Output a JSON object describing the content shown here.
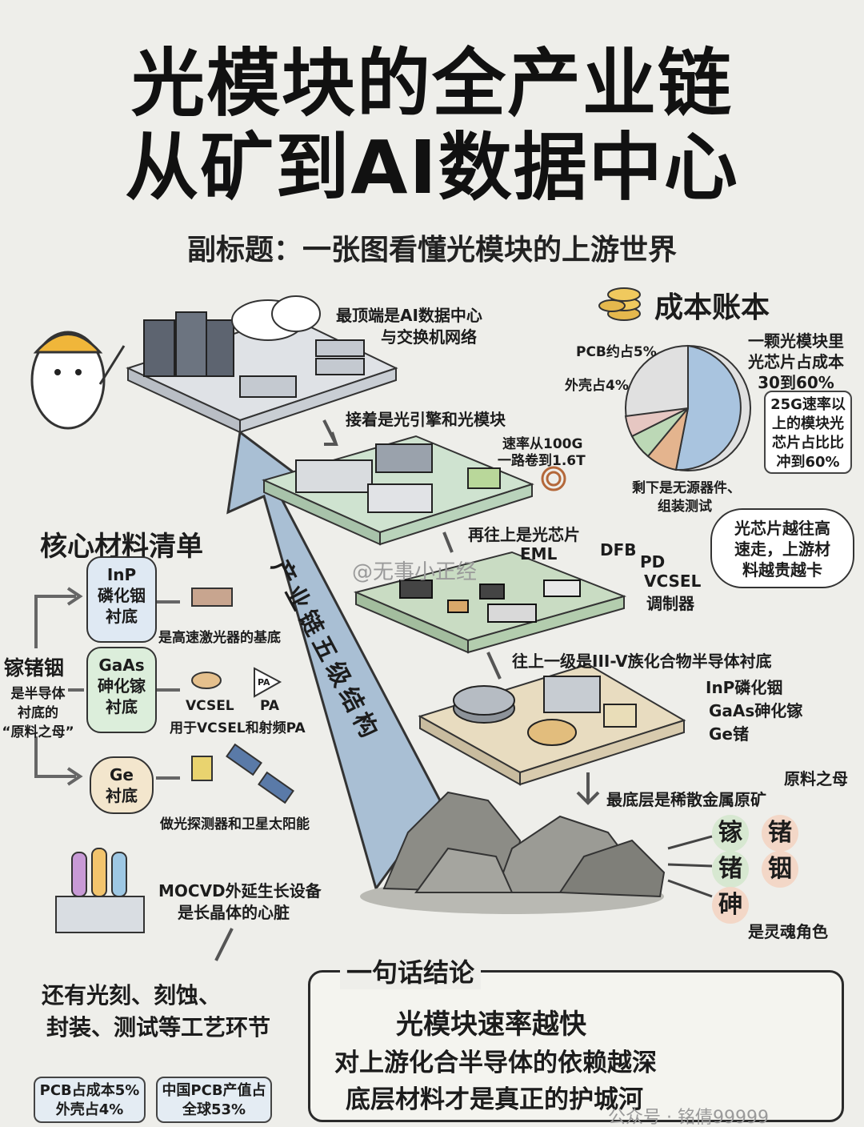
{
  "title": {
    "line1": "光模块的全产业链",
    "line2": "从矿到AI数据中心",
    "subtitle": "副标题：一张图看懂光模块的上游世界"
  },
  "arrow_label": "产业链五级结构",
  "levels": {
    "datacenter": {
      "line1": "最顶端是AI数据中心",
      "line2": "与交换机网络"
    },
    "module": {
      "label": "接着是光引擎和光模块",
      "rate1": "速率从100G",
      "rate2": "一路卷到1.6T"
    },
    "chip": {
      "label": "再往上是光芯片",
      "eml": "EML",
      "dfb": "DFB",
      "pd": "PD",
      "vcsel": "VCSEL",
      "mod": "调制器"
    },
    "substrate": {
      "label": "往上一级是III-V族化合物半导体衬底",
      "inp": "InP磷化铟",
      "gaas": "GaAs砷化镓",
      "ge": "Ge锗"
    },
    "ore": {
      "label": "最底层是稀散金属原矿",
      "mother": "原料之母",
      "soul": "是灵魂角色",
      "elements": [
        "镓",
        "锗",
        "锗",
        "铟",
        "砷"
      ]
    }
  },
  "cost": {
    "title": "成本账本",
    "pcb": "PCB约占5%",
    "shell": "外壳占4%",
    "chip1": "一颗光模块里",
    "chip2": "光芯片占成本",
    "chip3": "30到60%",
    "note1": "25G速率以",
    "note2": "上的模块光",
    "note3": "芯片占比比",
    "note4": "冲到60%",
    "rest1": "剩下是无源器件、",
    "rest2": "组装测试",
    "cloud1": "光芯片越往高",
    "cloud2": "速走，上游材",
    "cloud3": "料越贵越卡"
  },
  "materials": {
    "title": "核心材料清单",
    "source1": "镓锗铟",
    "source2": "是半导体",
    "source3": "衬底的",
    "source4": "“原料之母”",
    "inp_1": "InP",
    "inp_2": "磷化铟",
    "inp_3": "衬底",
    "inp_use": "是高速激光器的基底",
    "gaas_1": "GaAs",
    "gaas_2": "砷化镓",
    "gaas_3": "衬底",
    "vcsel": "VCSEL",
    "pa": "PA",
    "pa_icon": "PA",
    "gaas_use": "用于VCSEL和射频PA",
    "ge_1": "Ge",
    "ge_2": "衬底",
    "ge_use": "做光探测器和卫星太阳能",
    "mocvd1": "MOCVD外延生长设备",
    "mocvd2": "是长晶体的心脏",
    "process1": "还有光刻、刻蚀、",
    "process2": "封装、测试等工艺环节",
    "pcb_note1": "PCB占成本5%",
    "pcb_note2": "外壳占4%",
    "china_note1": "中国PCB产值占",
    "china_note2": "全球53%"
  },
  "conclusion": {
    "title": "一句话结论",
    "line1": "光模块速率越快",
    "line2": "对上游化合半导体的依赖越深",
    "line3": "底层材料才是真正的护城河"
  },
  "watermark": {
    "weibo": "@无事小正经",
    "wechat": "公众号 · 铭倩99999"
  },
  "colors": {
    "blue": "#a9c4df",
    "orange": "#e4b48e",
    "green": "#bcd8b6",
    "pink": "#e6c7c2",
    "gray": "#d6d6d6",
    "arrow": "#9fb6cc"
  },
  "chart_data": {
    "type": "pie",
    "values": [],
    "title": ""
  }
}
